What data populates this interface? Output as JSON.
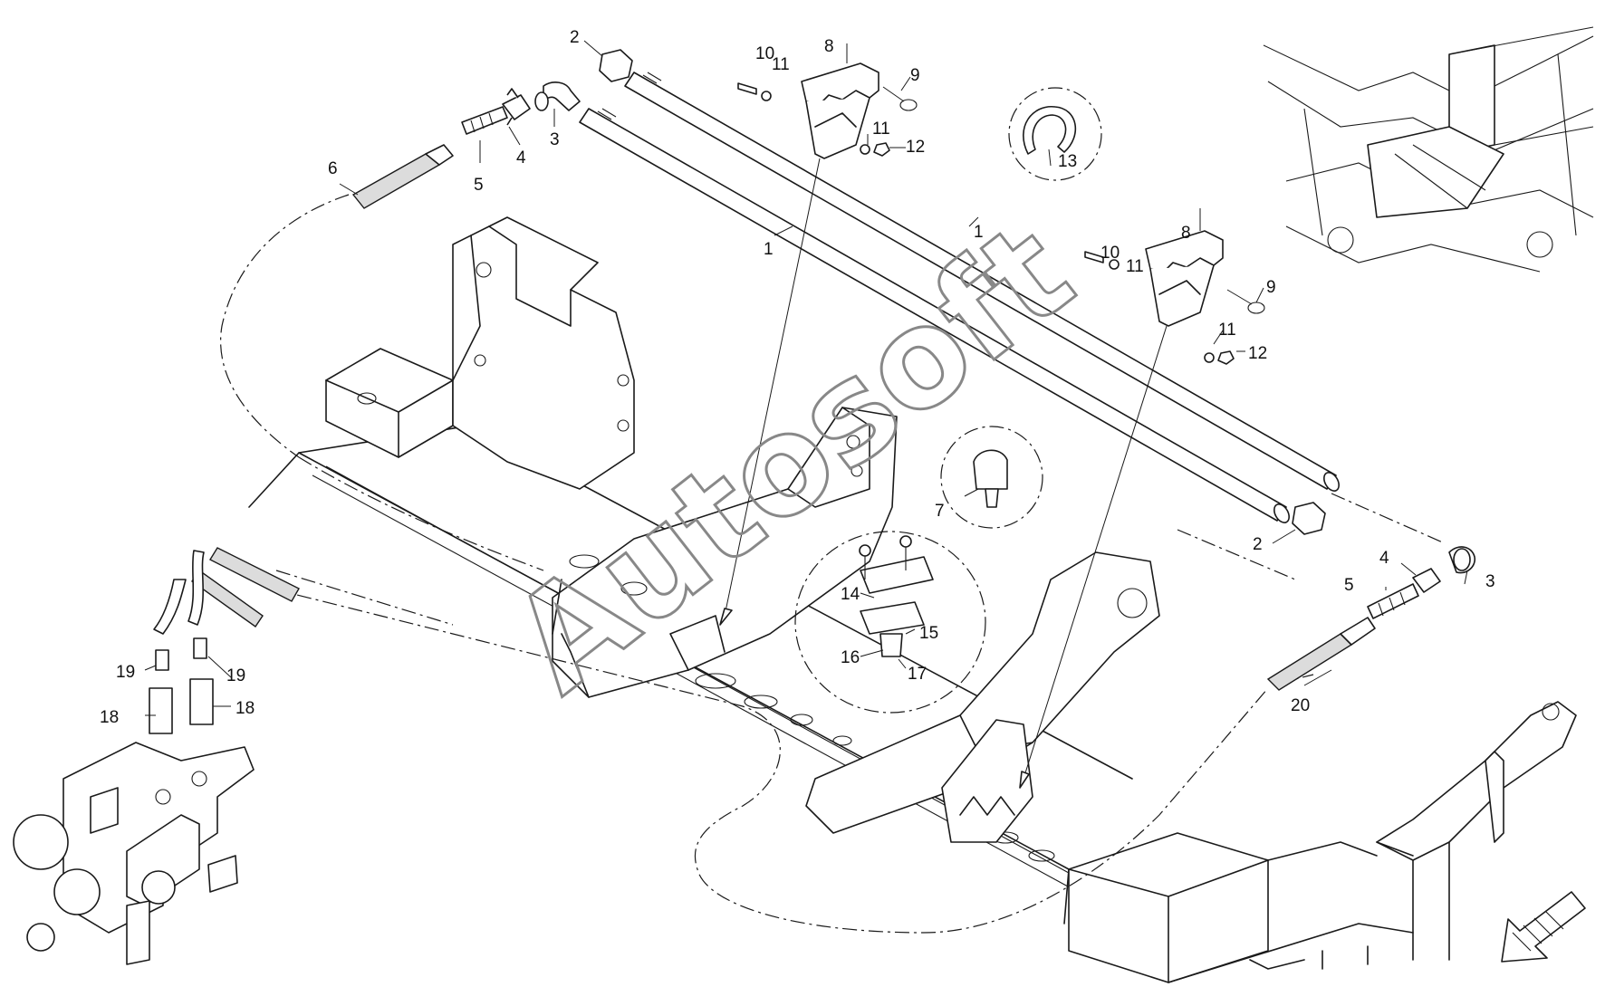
{
  "watermark": "Autosoft",
  "callouts": {
    "c1a": "1",
    "c1b": "1",
    "c2a": "2",
    "c2b": "2",
    "c3a": "3",
    "c3b": "3",
    "c4a": "4",
    "c4b": "4",
    "c5a": "5",
    "c5b": "5",
    "c6": "6",
    "c7": "7",
    "c8a": "8",
    "c8b": "8",
    "c9a": "9",
    "c9b": "9",
    "c10a": "10",
    "c10b": "10",
    "c11a": "11",
    "c11b": "11",
    "c11c": "11",
    "c11d": "11",
    "c12a": "12",
    "c12b": "12",
    "c13": "13",
    "c14": "14",
    "c15": "15",
    "c16": "16",
    "c17": "17",
    "c18a": "18",
    "c18b": "18",
    "c19a": "19",
    "c19b": "19",
    "c20": "20"
  },
  "colors": {
    "line": "#1a1a1a",
    "watermark": "#888888",
    "background": "#ffffff"
  },
  "icons": {
    "direction": "arrow-icon"
  }
}
